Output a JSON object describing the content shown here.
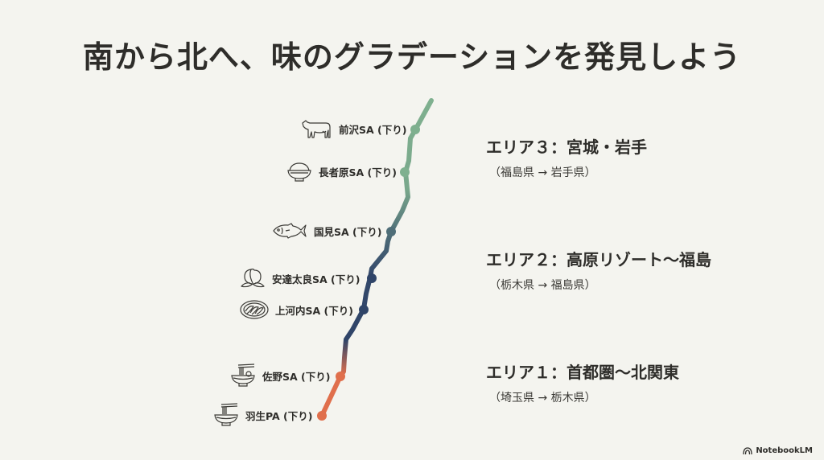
{
  "title": "南から北へ、味のグラデーションを発見しよう",
  "colors": {
    "background": "#f4f4ef",
    "north_green": "#7fb08f",
    "mid_teal": "#4f6e78",
    "navy": "#2f4468",
    "south_orange": "#e06f4c",
    "text": "#2e2d2a"
  },
  "stops": [
    {
      "label": "前沢SA (下り)",
      "icon": "cow-icon"
    },
    {
      "label": "長者原SA (下り)",
      "icon": "rice-bowl-icon"
    },
    {
      "label": "国見SA (下り)",
      "icon": "fish-icon"
    },
    {
      "label": "安達太良SA (下り)",
      "icon": "peach-icon"
    },
    {
      "label": "上河内SA (下り)",
      "icon": "gyoza-icon"
    },
    {
      "label": "佐野SA (下り)",
      "icon": "ramen-icon"
    },
    {
      "label": "羽生PA (下り)",
      "icon": "ramen-icon"
    }
  ],
  "areas": [
    {
      "name": "エリア３：宮城・岩手",
      "range": "（福島県 → 岩手県）"
    },
    {
      "name": "エリア２：高原リゾート〜福島",
      "range": "（栃木県 → 福島県）"
    },
    {
      "name": "エリア１：首都圏〜北関東",
      "range": "（埼玉県 → 栃木県）"
    }
  ],
  "brand": {
    "label": "NotebookLM",
    "icon": "notebooklm-logo-icon"
  }
}
